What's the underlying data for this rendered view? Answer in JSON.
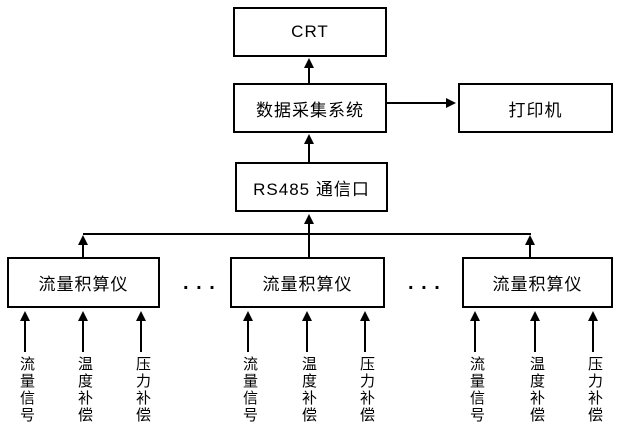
{
  "diagram": {
    "nodes": {
      "crt": {
        "label": "CRT"
      },
      "daq": {
        "label": "数据采集系统"
      },
      "printer": {
        "label": "打印机"
      },
      "rs485": {
        "label": "RS485 通信口"
      },
      "flow1": {
        "label": "流量积算仪"
      },
      "flow2": {
        "label": "流量积算仪"
      },
      "flow3": {
        "label": "流量积算仪"
      }
    },
    "ellipsis": ". . .",
    "input_labels": {
      "flow_signal": "流量信号",
      "temperature_compensation": "温度补偿",
      "pressure_compensation": "压力补偿"
    },
    "edges": [
      {
        "from": "daq",
        "to": "crt",
        "direction": "up"
      },
      {
        "from": "rs485",
        "to": "daq",
        "direction": "up"
      },
      {
        "from": "daq",
        "to": "printer",
        "direction": "right"
      },
      {
        "from": "flow2",
        "to": "rs485",
        "direction": "up"
      },
      {
        "from": "flow1",
        "to": "bus",
        "direction": "up"
      },
      {
        "from": "flow3",
        "to": "bus",
        "direction": "up"
      },
      {
        "from": "inputs",
        "to": "flow1",
        "direction": "up"
      },
      {
        "from": "inputs",
        "to": "flow2",
        "direction": "up"
      },
      {
        "from": "inputs",
        "to": "flow3",
        "direction": "up"
      }
    ],
    "colors": {
      "line": "#000000",
      "background": "#ffffff",
      "box_fill": "#ffffff",
      "text": "#000000"
    }
  }
}
